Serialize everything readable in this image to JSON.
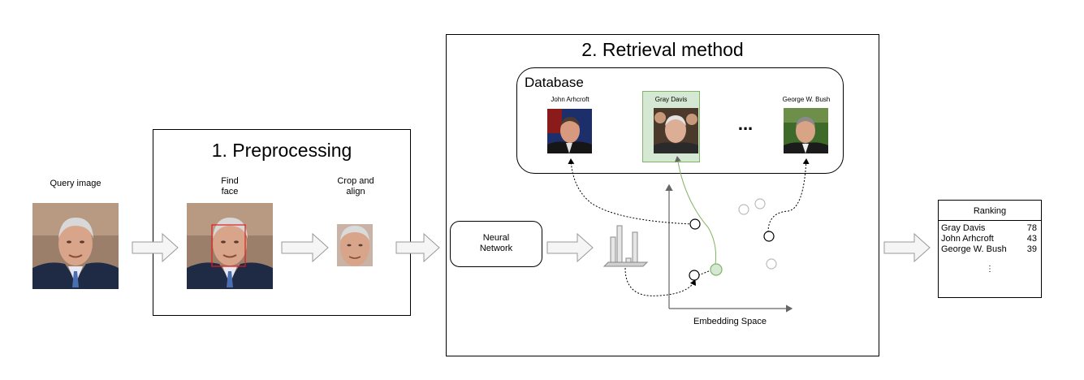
{
  "query": {
    "label": "Query image"
  },
  "preprocessing": {
    "title": "1. Preprocessing",
    "find_face": {
      "line1": "Find",
      "line2": "face"
    },
    "crop_align": {
      "line1": "Crop and",
      "line2": "align"
    }
  },
  "retrieval": {
    "title": "2. Retrieval method",
    "database": {
      "title": "Database",
      "entries": [
        {
          "name": "John Arhcroft"
        },
        {
          "name": "Gray Davis"
        },
        {
          "name": "George W. Bush"
        }
      ],
      "ellipsis": "..."
    },
    "neural_network": {
      "line1": "Neural",
      "line2": "Network"
    },
    "embedding_label": "Embedding Space"
  },
  "ranking": {
    "title": "Ranking",
    "rows": [
      {
        "name": "Gray Davis",
        "score": "78"
      },
      {
        "name": "John Arhcroft",
        "score": "43"
      },
      {
        "name": "George W. Bush",
        "score": "39"
      }
    ],
    "more": "⋮"
  },
  "colors": {
    "highlight_fill": "#d5e8d4",
    "highlight_stroke": "#82b366",
    "arrow_fill": "#f5f5f5",
    "arrow_stroke": "#999999",
    "face_box": "#e31a1c"
  }
}
